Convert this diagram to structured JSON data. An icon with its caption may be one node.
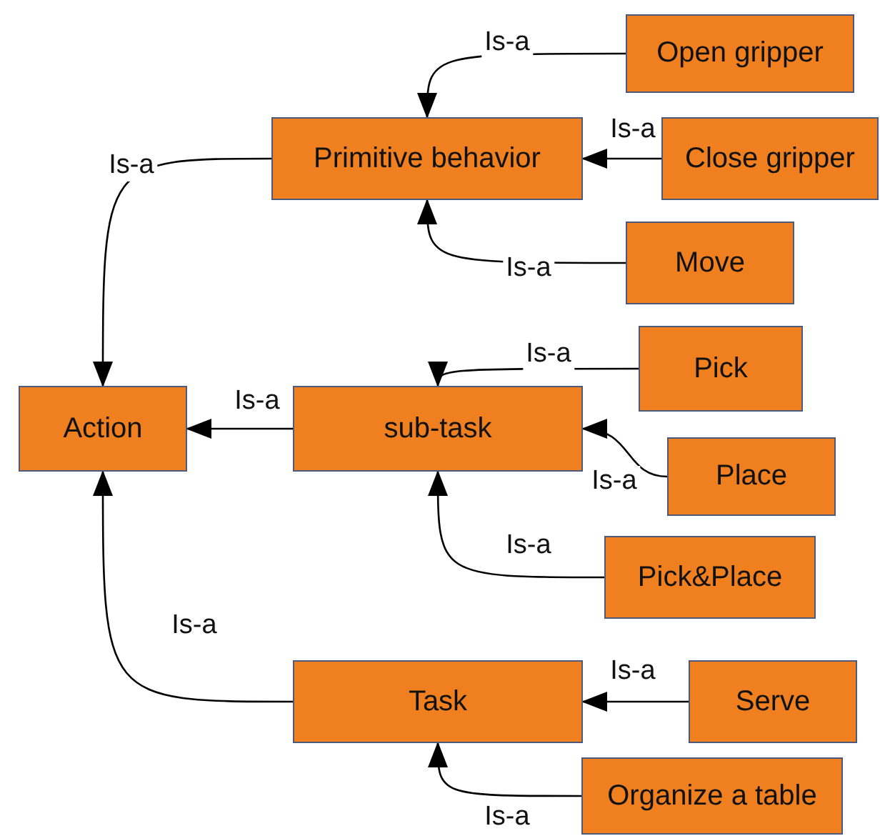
{
  "diagram": {
    "nodes": [
      {
        "text": [
          "Action"
        ]
      },
      {
        "text": [
          "Primitive behavior"
        ]
      },
      {
        "text": [
          "sub-task"
        ]
      },
      {
        "text": [
          "Task"
        ]
      },
      {
        "text": [
          "Open gripper"
        ]
      },
      {
        "text": [
          "Close gripper"
        ]
      },
      {
        "text": [
          "Move"
        ]
      },
      {
        "text": [
          "Pick"
        ]
      },
      {
        "text": [
          "Place"
        ]
      },
      {
        "text": [
          "Pick&Place"
        ]
      },
      {
        "text": [
          "Serve"
        ]
      },
      {
        "text": [
          "Organize a table"
        ]
      }
    ],
    "edges": [
      {
        "from": 1,
        "to": 0,
        "arrow": "to",
        "label": "Is-a"
      },
      {
        "from": 2,
        "to": 0,
        "arrow": "to",
        "label": "Is-a"
      },
      {
        "from": 3,
        "to": 0,
        "arrow": "to",
        "label": "Is-a"
      },
      {
        "from": 4,
        "to": 1,
        "arrow": "to",
        "label": "Is-a"
      },
      {
        "from": 5,
        "to": 1,
        "arrow": "to",
        "label": "Is-a"
      },
      {
        "from": 6,
        "to": 1,
        "arrow": "to",
        "label": "Is-a"
      },
      {
        "from": 7,
        "to": 2,
        "arrow": "to",
        "label": "Is-a"
      },
      {
        "from": 8,
        "to": 2,
        "arrow": "to",
        "label": "Is-a"
      },
      {
        "from": 9,
        "to": 2,
        "arrow": "to",
        "label": "Is-a"
      },
      {
        "from": 10,
        "to": 3,
        "arrow": "to",
        "label": "Is-a"
      },
      {
        "from": 11,
        "to": 3,
        "arrow": "to",
        "label": "Is-a"
      }
    ]
  }
}
